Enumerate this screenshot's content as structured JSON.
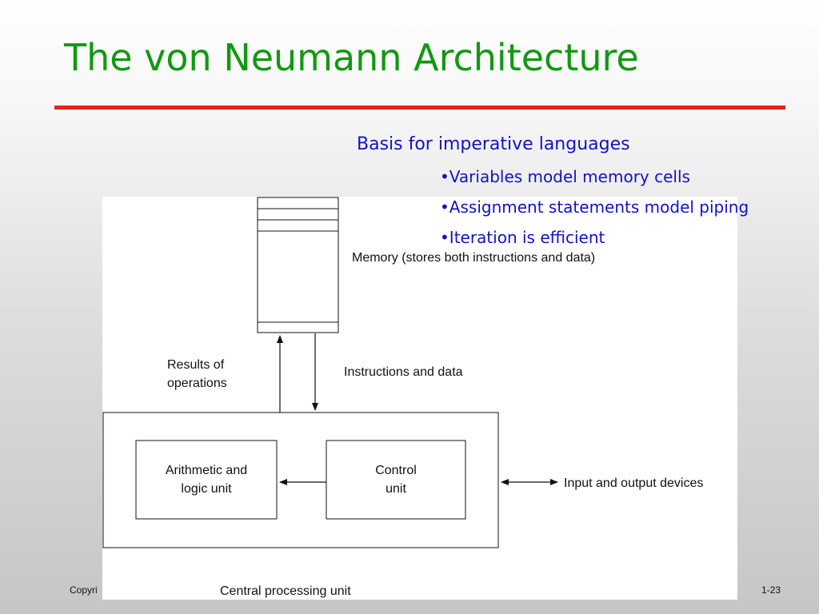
{
  "slide": {
    "title": "The von Neumann Architecture",
    "footer_left": "Copyri",
    "page_number": "1-23"
  },
  "bullets": {
    "heading": "Basis for imperative languages",
    "bullet_char": "•",
    "items": [
      "Variables model memory cells",
      "Assignment statements model piping",
      "Iteration is efficient"
    ]
  },
  "diagram": {
    "memory_label": "Memory (stores both instructions and data)",
    "results_label_line1": "Results of",
    "results_label_line2": "operations",
    "instructions_label": "Instructions and data",
    "alu_line1": "Arithmetic and",
    "alu_line2": "logic unit",
    "control_line1": "Control",
    "control_line2": "unit",
    "io_label": "Input and output devices",
    "cpu_label": "Central processing unit"
  },
  "colors": {
    "title": "#119911",
    "rule": "#e8231b",
    "bullet_text": "#1212c8"
  }
}
